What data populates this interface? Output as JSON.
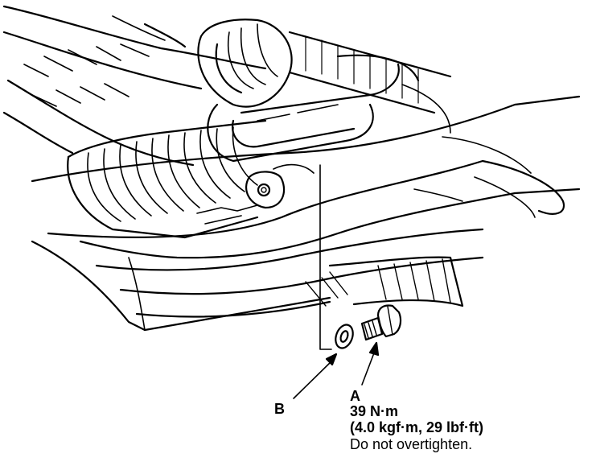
{
  "callouts": {
    "b": {
      "letter": "B"
    },
    "a": {
      "letter": "A",
      "torque": "39 N·m",
      "torque_alt": "(4.0 kgf·m, 29 lbf·ft)",
      "note": "Do not overtighten."
    }
  },
  "colors": {
    "ink": "#000000",
    "paper": "#ffffff"
  }
}
